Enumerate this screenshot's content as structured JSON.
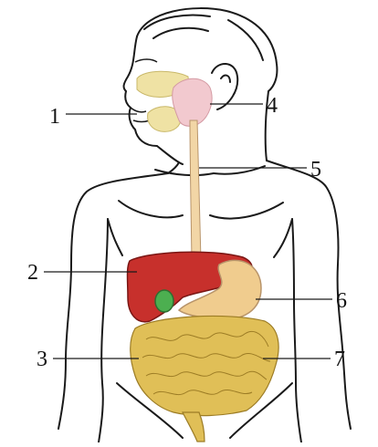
{
  "labels": {
    "n1": "1",
    "n2": "2",
    "n3": "3",
    "n4": "4",
    "n5": "5",
    "n6": "6",
    "n7": "7"
  },
  "colors": {
    "outline": "#1a1a1a",
    "salivary": "#f2c9cf",
    "nasal": "#efe2a4",
    "esophagus": "#f2d6a6",
    "liver": "#c7302c",
    "gallbladder": "#4caf50",
    "stomach": "#f0cc8e",
    "intestine": "#e0bf57"
  }
}
